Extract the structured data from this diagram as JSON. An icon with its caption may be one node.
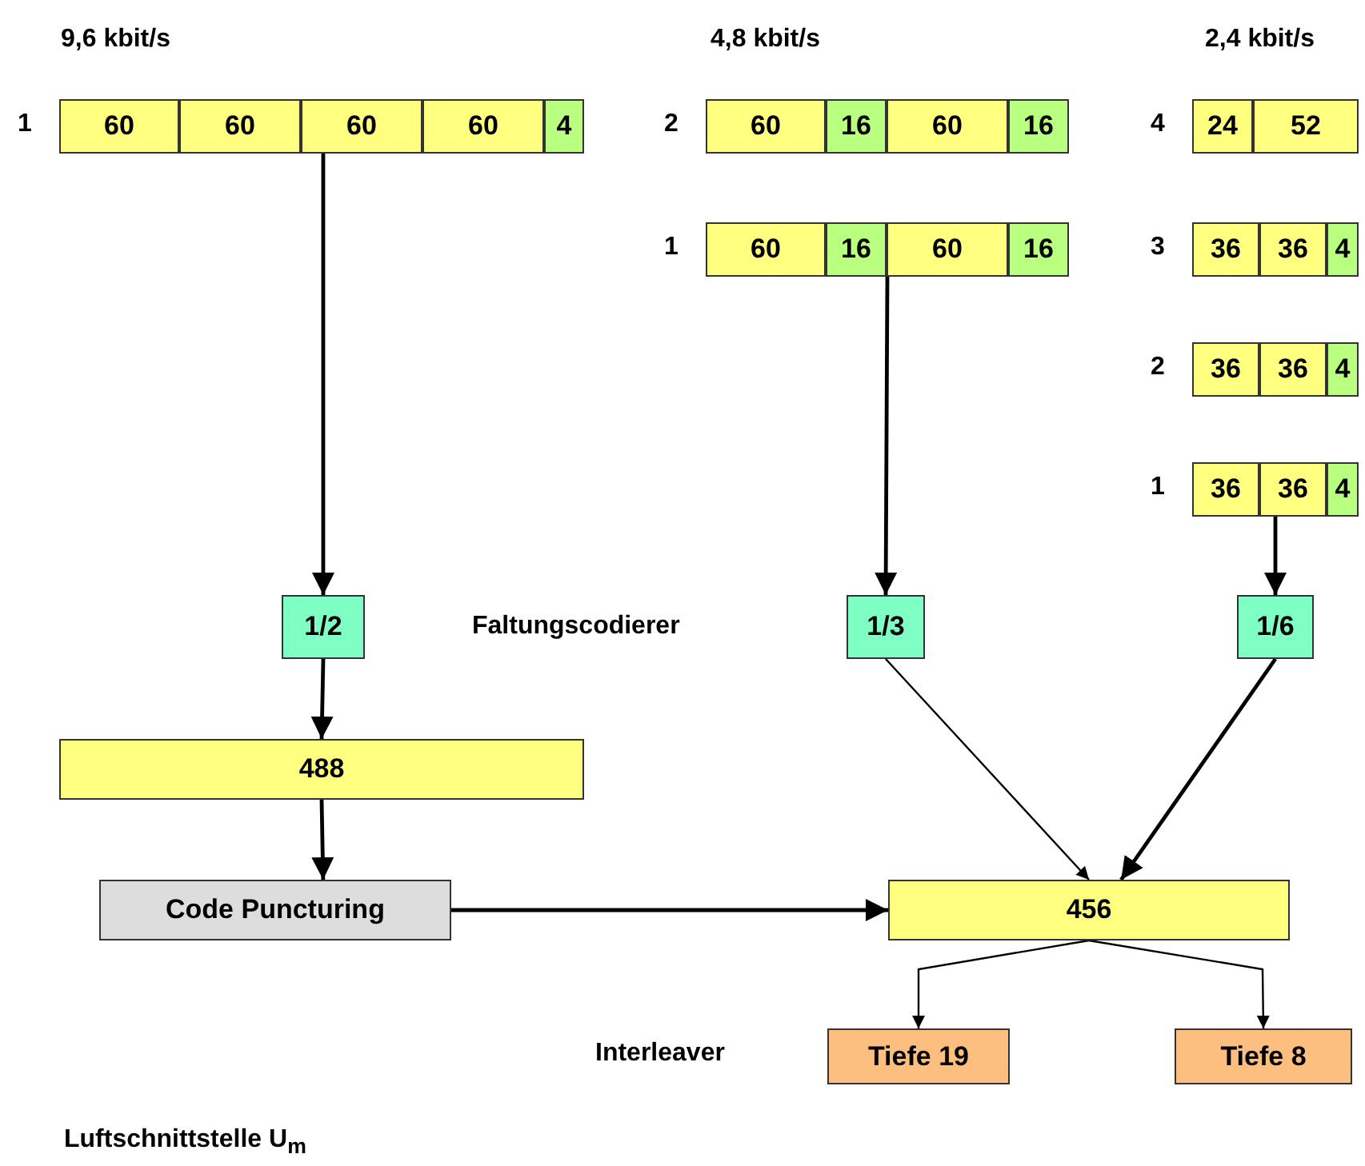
{
  "diagram": {
    "nodes": [
      {
        "text": [],
        "shape": "bar",
        "beside": [
          "1"
        ]
      },
      {
        "text": [
          "60"
        ],
        "in": 0
      },
      {
        "text": [
          "60"
        ],
        "in": 0
      },
      {
        "text": [
          "60"
        ],
        "in": 0
      },
      {
        "text": [
          "60"
        ],
        "in": 0
      },
      {
        "text": [
          "4"
        ],
        "in": 0
      },
      {
        "text": [],
        "shape": "bar",
        "beside": [
          "2"
        ]
      },
      {
        "text": [
          "60"
        ],
        "in": 6
      },
      {
        "text": [
          "16"
        ],
        "in": 6
      },
      {
        "text": [
          "60"
        ],
        "in": 6
      },
      {
        "text": [
          "16"
        ],
        "in": 6
      },
      {
        "text": [],
        "shape": "bar",
        "beside": [
          "1"
        ]
      },
      {
        "text": [
          "60"
        ],
        "in": 11
      },
      {
        "text": [
          "16"
        ],
        "in": 11
      },
      {
        "text": [
          "60"
        ],
        "in": 11
      },
      {
        "text": [
          "16"
        ],
        "in": 11
      },
      {
        "text": [],
        "shape": "bar",
        "beside": [
          "4"
        ]
      },
      {
        "text": [
          "24"
        ],
        "in": 16
      },
      {
        "text": [
          "52"
        ],
        "in": 16
      },
      {
        "text": [],
        "shape": "bar",
        "beside": [
          "3"
        ]
      },
      {
        "text": [
          "36"
        ],
        "in": 19
      },
      {
        "text": [
          "36"
        ],
        "in": 19
      },
      {
        "text": [
          "4"
        ],
        "in": 19
      },
      {
        "text": [],
        "shape": "bar",
        "beside": [
          "2"
        ]
      },
      {
        "text": [
          "36"
        ],
        "in": 23
      },
      {
        "text": [
          "36"
        ],
        "in": 23
      },
      {
        "text": [
          "4"
        ],
        "in": 23
      },
      {
        "text": [],
        "shape": "bar",
        "beside": [
          "1"
        ]
      },
      {
        "text": [
          "36"
        ],
        "in": 27
      },
      {
        "text": [
          "36"
        ],
        "in": 27
      },
      {
        "text": [
          "4"
        ],
        "in": 27
      },
      {
        "text": [
          "1/2"
        ]
      },
      {
        "text": [
          "1/3"
        ]
      },
      {
        "text": [
          "1/6"
        ]
      },
      {
        "text": [
          "488"
        ]
      },
      {
        "text": [
          "Code Puncturing"
        ]
      },
      {
        "text": [
          "456"
        ]
      },
      {
        "text": [
          "Tiefe 19"
        ]
      },
      {
        "text": [
          "Tiefe 8"
        ]
      }
    ],
    "edges": [
      {
        "from": 0,
        "to": 31,
        "arrow": "to"
      },
      {
        "from": 11,
        "to": 32,
        "arrow": "to"
      },
      {
        "from": 27,
        "to": 33,
        "arrow": "to"
      },
      {
        "from": 31,
        "to": 34,
        "arrow": "to"
      },
      {
        "from": 34,
        "to": 35,
        "arrow": "to"
      },
      {
        "from": 35,
        "to": 36,
        "arrow": "to"
      },
      {
        "from": 32,
        "to": 36,
        "arrow": "to"
      },
      {
        "from": 33,
        "to": 36,
        "arrow": "to"
      },
      {
        "from": 36,
        "to": 37,
        "arrow": "to"
      },
      {
        "from": 36,
        "to": 38,
        "arrow": "to"
      }
    ],
    "labels": [
      "9,6 kbit/s",
      "4,8 kbit/s",
      "2,4 kbit/s",
      "Faltungscodierer",
      "Interleaver",
      "Luftschnittstelle U$_{m}$"
    ]
  }
}
